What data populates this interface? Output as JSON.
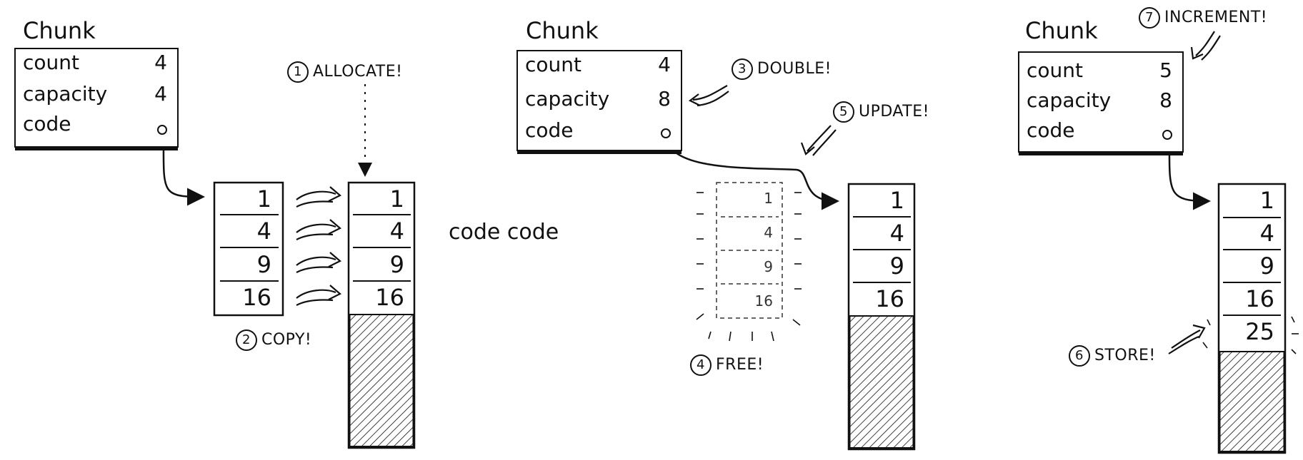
{
  "panel1": {
    "chunk": {
      "title": "Chunk",
      "count_label": "count",
      "count": "4",
      "capacity_label": "capacity",
      "capacity": "4",
      "code_label": "code"
    },
    "old_array": [
      "1",
      "4",
      "9",
      "16"
    ],
    "new_array": [
      "1",
      "4",
      "9",
      "16"
    ],
    "step_allocate": {
      "num": "1",
      "text": "ALLOCATE!"
    },
    "step_copy": {
      "num": "2",
      "text": "COPY!"
    }
  },
  "middle_text": "code code",
  "panel2": {
    "chunk": {
      "title": "Chunk",
      "count_label": "count",
      "count": "4",
      "capacity_label": "capacity",
      "capacity": "8",
      "code_label": "code"
    },
    "freed_array": [
      "1",
      "4",
      "9",
      "16"
    ],
    "array": [
      "1",
      "4",
      "9",
      "16"
    ],
    "step_double": {
      "num": "3",
      "text": "DOUBLE!"
    },
    "step_free": {
      "num": "4",
      "text": "FREE!"
    },
    "step_update": {
      "num": "5",
      "text": "UPDATE!"
    }
  },
  "panel3": {
    "chunk": {
      "title": "Chunk",
      "count_label": "count",
      "count": "5",
      "capacity_label": "capacity",
      "capacity": "8",
      "code_label": "code"
    },
    "array": [
      "1",
      "4",
      "9",
      "16",
      "25"
    ],
    "step_store": {
      "num": "6",
      "text": "STORE!"
    },
    "step_increment": {
      "num": "7",
      "text": "INCREMENT!"
    }
  }
}
